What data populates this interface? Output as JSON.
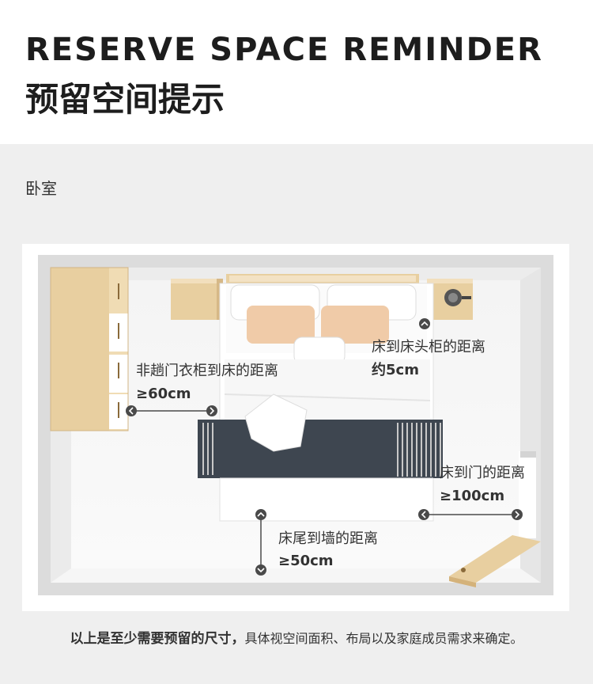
{
  "header": {
    "title_en": "RESERVE SPACE REMINDER",
    "title_zh": "预留空间提示"
  },
  "room": {
    "label": "卧室"
  },
  "annotations": {
    "wardrobe_label": "非趟门衣柜到床的距离",
    "wardrobe_value": "≥60cm",
    "nightstand_label": "床到床头柜的距离",
    "nightstand_value": "约5cm",
    "door_label": "床到门的距离",
    "door_value": "≥100cm",
    "wall_label": "床尾到墙的距离",
    "wall_value": "≥50cm"
  },
  "footer": {
    "bold_text": "以上是至少需要预留的尺寸，",
    "text": "具体视空间面积、布局以及家庭成员需求来确定。"
  },
  "icons": {
    "arrow_left": "chevron-left-icon",
    "arrow_right": "chevron-right-icon",
    "arrow_up": "chevron-up-icon",
    "arrow_down": "chevron-down-icon"
  },
  "colors": {
    "wood": "#e8cfa0",
    "blanket": "#3e4650",
    "pillow_peach": "#f0cba8",
    "marker": "#4a4a4a"
  }
}
